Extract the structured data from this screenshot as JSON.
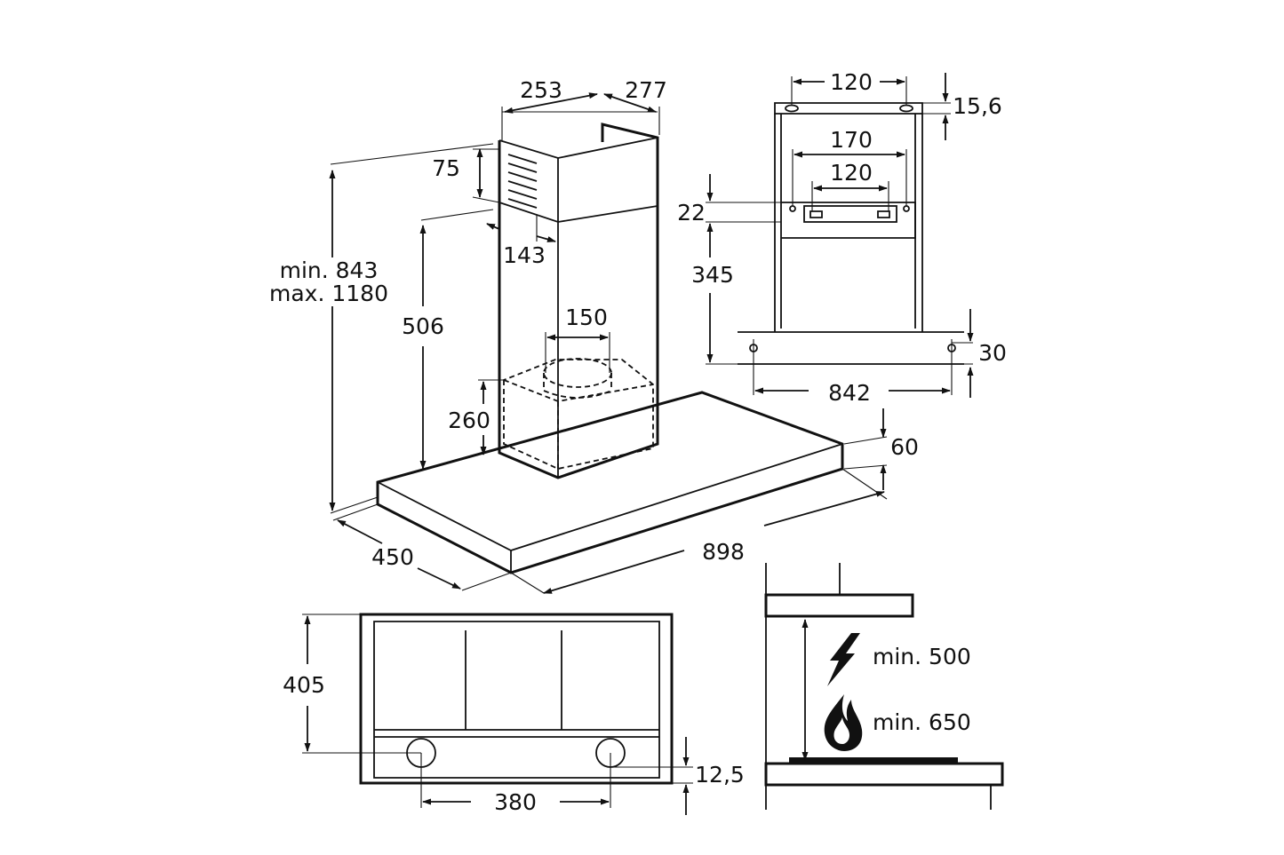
{
  "colors": {
    "line": "#111111",
    "background": "#ffffff"
  },
  "icons": {
    "electric": "lightning-icon",
    "gas": "flame-icon"
  },
  "main_view": {
    "chimney_width": "253",
    "chimney_depth": "277",
    "vent_height": "75",
    "chimney_offset": "143",
    "total_height_min": "min. 843",
    "total_height_max": "max. 1180",
    "chimney_height": "506",
    "outlet_diameter": "150",
    "motor_height": "260",
    "canopy_thickness": "60",
    "canopy_depth": "450",
    "canopy_width": "898"
  },
  "bracket_view": {
    "top_hole_spacing": "120",
    "top_offset": "15,6",
    "outer_hole_spacing": "170",
    "inner_hole_spacing": "120",
    "bracket_offset": "22",
    "bracket_height": "345",
    "bottom_hole_spacing": "842",
    "bottom_offset": "30"
  },
  "bottom_view": {
    "depth": "405",
    "light_spacing": "380",
    "edge_offset": "12,5"
  },
  "clearance": {
    "electric_min": "min. 500",
    "gas_min": "min. 650"
  }
}
